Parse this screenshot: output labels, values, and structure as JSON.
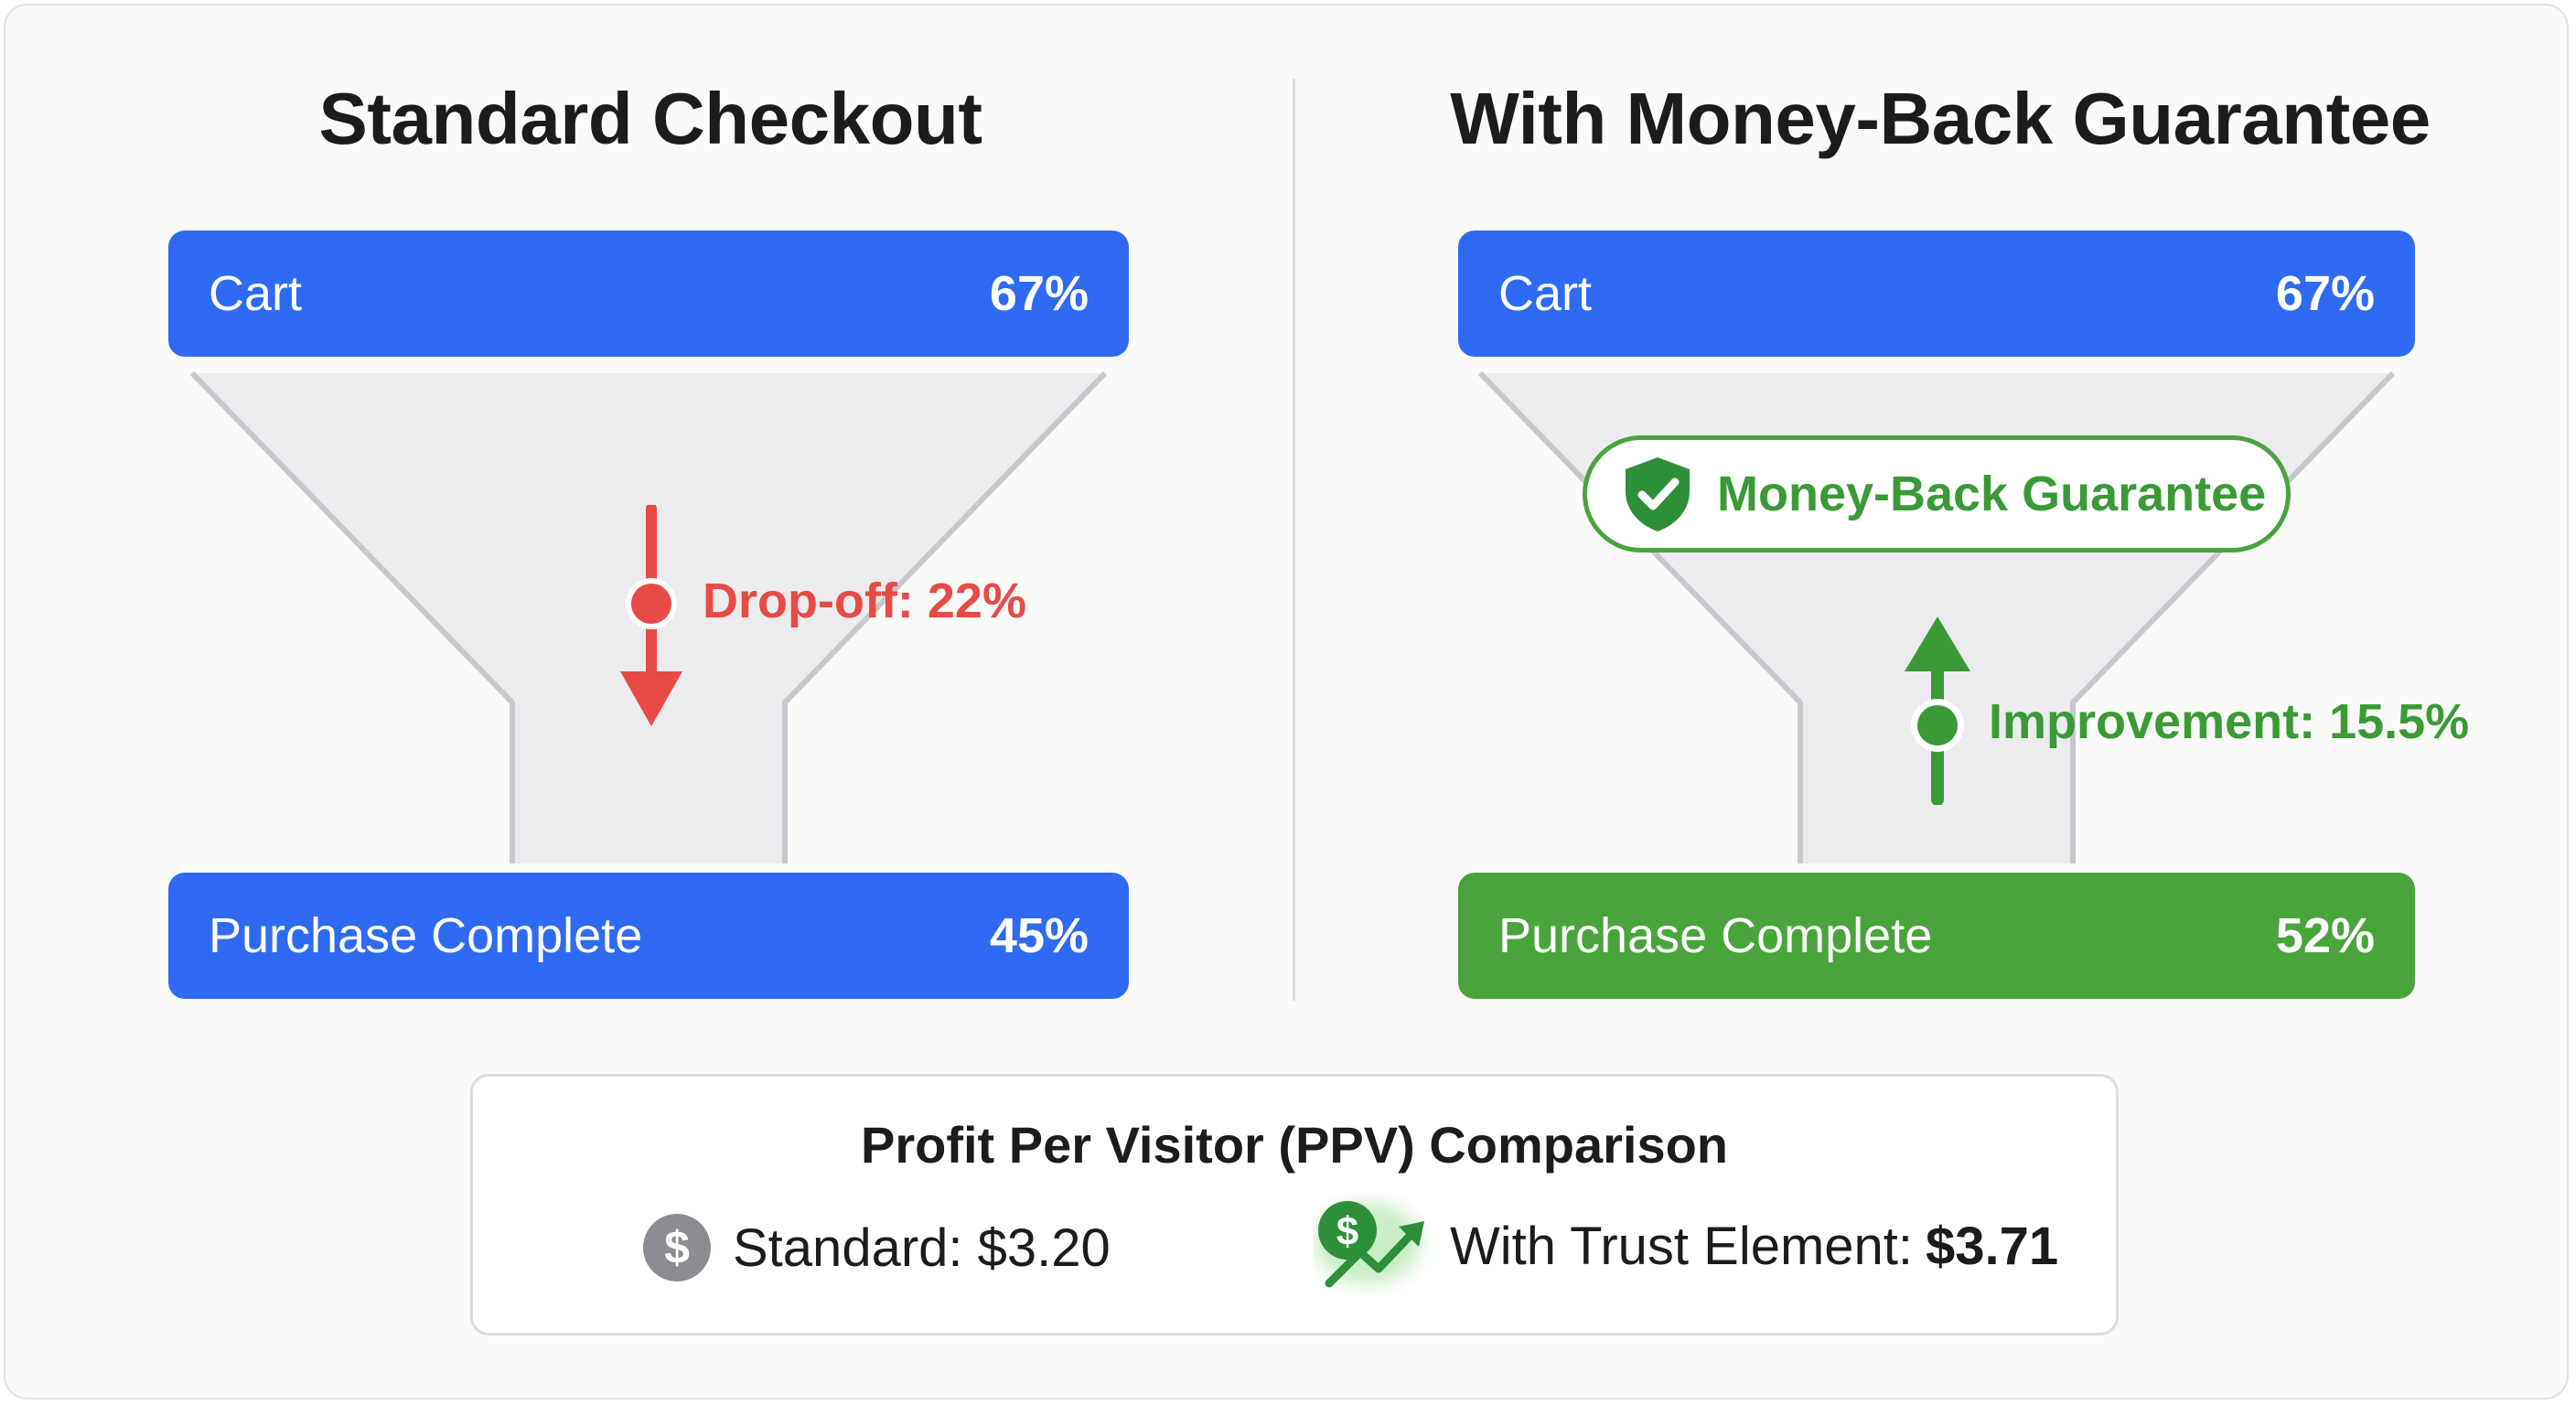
{
  "left_panel": {
    "title": "Standard Checkout",
    "cart": {
      "label": "Cart",
      "value": "67%"
    },
    "purchase": {
      "label": "Purchase Complete",
      "value": "45%"
    },
    "callout": "Drop-off: 22%"
  },
  "right_panel": {
    "title": "With Money-Back Guarantee",
    "cart": {
      "label": "Cart",
      "value": "67%"
    },
    "purchase": {
      "label": "Purchase Complete",
      "value": "52%"
    },
    "badge": "Money-Back Guarantee",
    "callout": "Improvement: 15.5%"
  },
  "ppv": {
    "title": "Profit Per Visitor (PPV) Comparison",
    "standard_text": "Standard: $3.20",
    "trust_label": "With Trust Element:",
    "trust_value": "$3.71",
    "coin_symbol": "$"
  },
  "icons": {
    "drop": "arrow-down-icon",
    "improve": "arrow-up-icon",
    "shield": "shield-check-icon",
    "coin": "dollar-coin-icon",
    "trend": "dollar-trend-up-icon"
  },
  "colors": {
    "blue": "#2f6bf2",
    "green": "#4aa43c",
    "red": "#e84a46",
    "funnel_fill": "#ececef",
    "funnel_stroke": "#c7c8cd",
    "gray_coin": "#8c8d92"
  }
}
